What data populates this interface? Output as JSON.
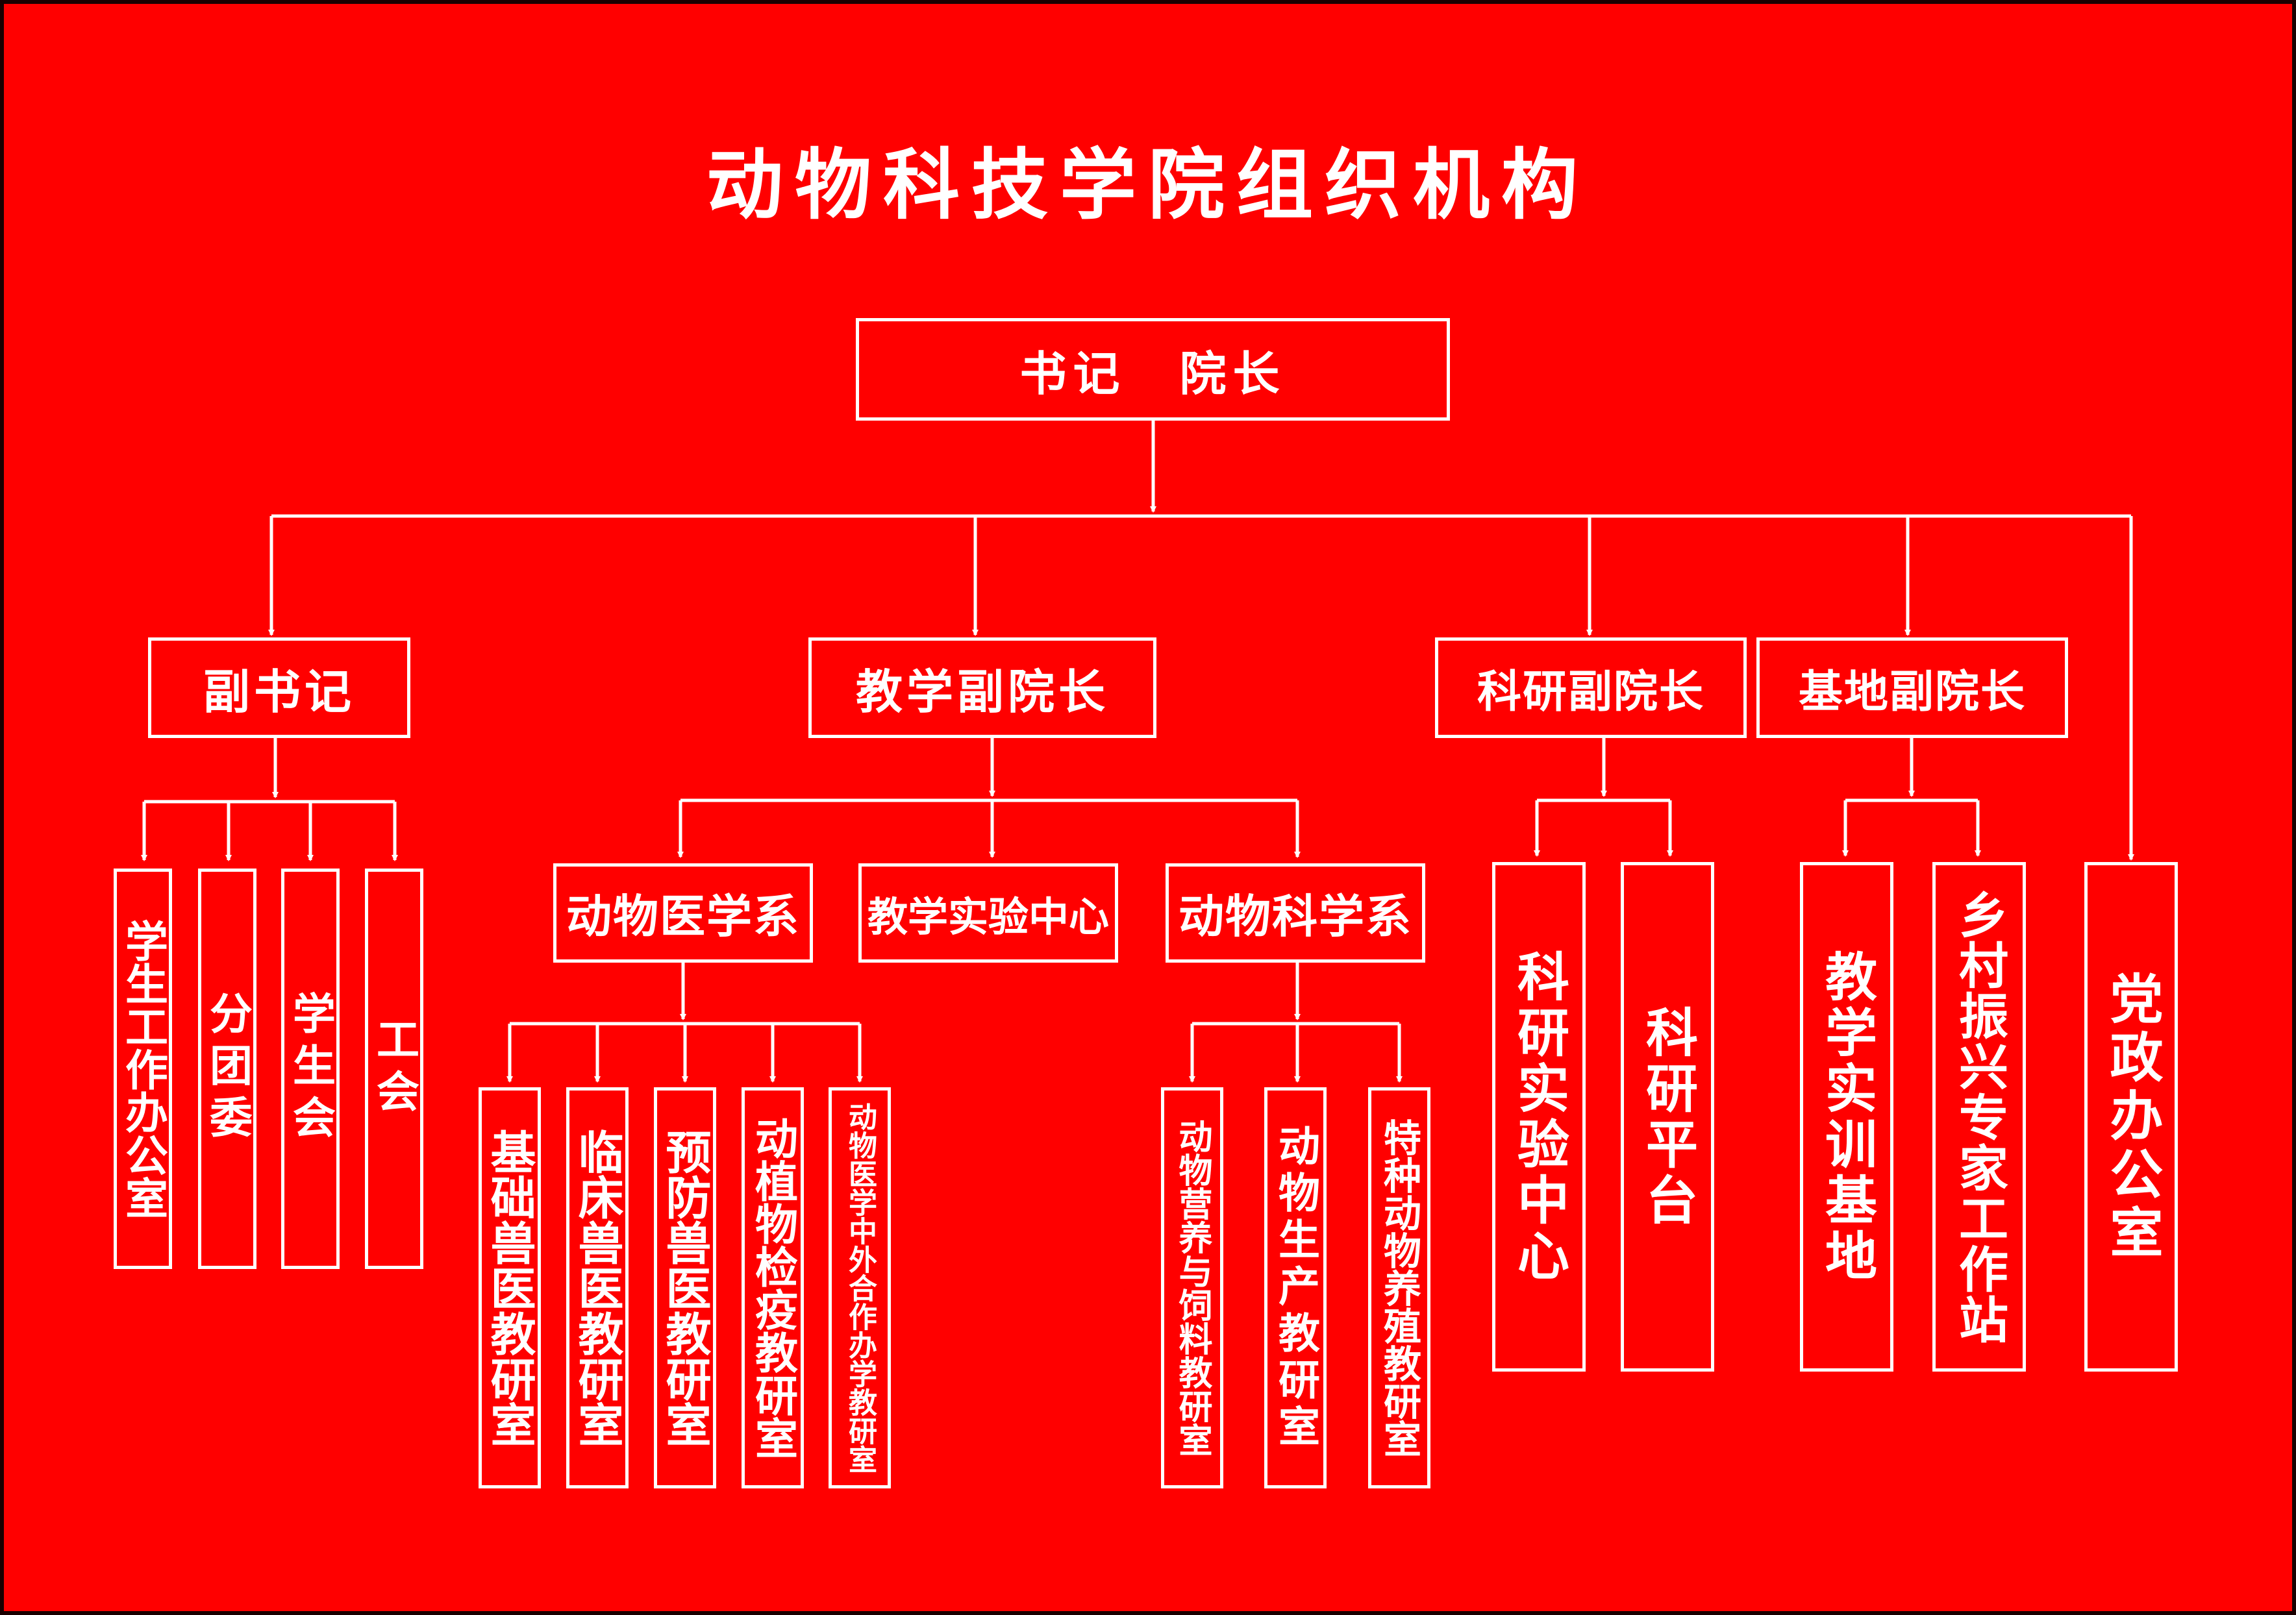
{
  "title": "动物科技学院组织机构",
  "colors": {
    "background": "#ff0000",
    "line": "#ffffff",
    "text": "#ffffff"
  },
  "top": {
    "label": "书记　院长"
  },
  "level2": {
    "deputy_secretary": "副书记",
    "teaching_vp": "教学副院长",
    "research_vp": "科研副院长",
    "base_vp": "基地副院长"
  },
  "deputy_secretary_units": [
    "学生工作办公室",
    "分团委",
    "学生会",
    "工会"
  ],
  "teaching_departments": {
    "animal_medicine": "动物医学系",
    "teaching_lab_center": "教学实验中心",
    "animal_science": "动物科学系"
  },
  "animal_medicine_units": [
    "基础兽医教研室",
    "临床兽医教研室",
    "预防兽医教研室",
    "动植物检疫教研室",
    "动物医学中外合作办学教研室"
  ],
  "animal_science_units": [
    "动物营养与饲料教研室",
    "动物生产教研室",
    "特种动物养殖教研室"
  ],
  "research_units": [
    "科研实验中心",
    "科研平台"
  ],
  "base_units": [
    "教学实训基地",
    "乡村振兴专家工作站"
  ],
  "party_office": "党政办公室"
}
